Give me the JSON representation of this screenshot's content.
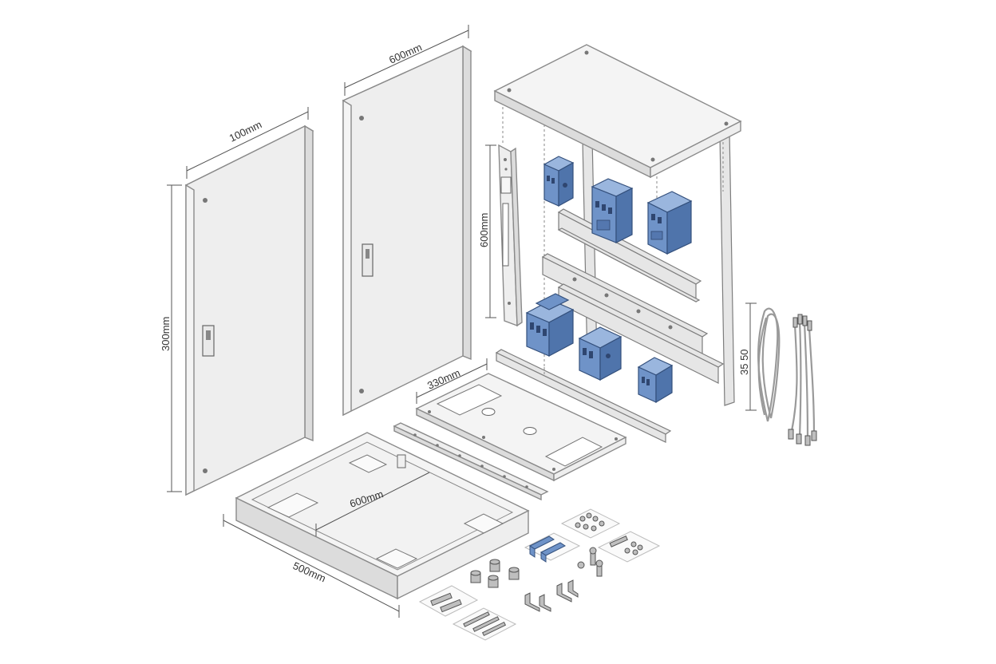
{
  "dimensions": {
    "door_left_width": "100mm",
    "door_left_height": "300mm",
    "door_right_width": "600mm",
    "backplate_height": "600mm",
    "enclosure_depth": "35 50",
    "gland_plate_width": "330mm",
    "base_width": "600mm",
    "base_depth": "500mm"
  },
  "colors": {
    "breaker": "#6f93c8",
    "panel": "#eeeeee",
    "outline": "#8a8a8a"
  }
}
